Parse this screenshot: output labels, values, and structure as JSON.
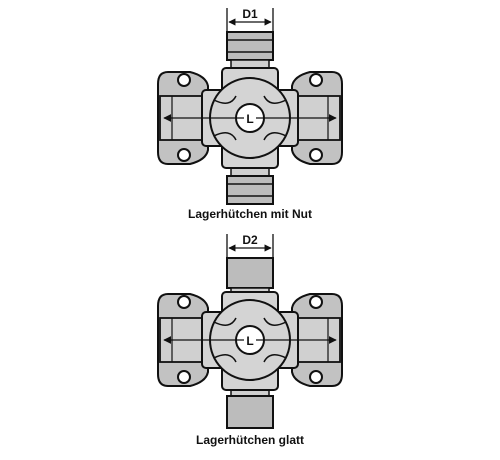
{
  "figures": [
    {
      "dimension_label": "D1",
      "center_label": "L",
      "caption": "Lagerhütchen mit Nut",
      "cap_style": "grooved"
    },
    {
      "dimension_label": "D2",
      "center_label": "L",
      "caption": "Lagerhütchen glatt",
      "cap_style": "smooth"
    }
  ],
  "colors": {
    "ink": "#111111",
    "body_fill": "#d4d4d4",
    "flange_fill": "#c2c2c2",
    "cap_fill": "#bcbcbc",
    "background": "#ffffff"
  }
}
